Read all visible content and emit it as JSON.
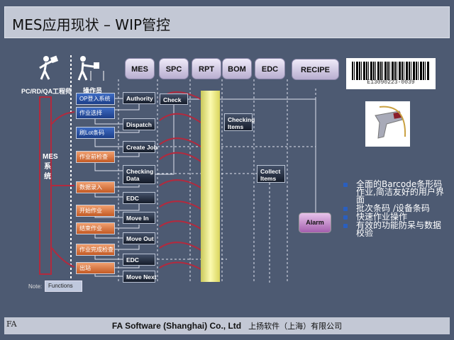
{
  "title": "MES应用现状 – WIP管控",
  "actors": {
    "engineer": "PC/RD/QA工程师",
    "operator": "操作员"
  },
  "lanes": [
    "MES",
    "SPC",
    "RPT",
    "BOM",
    "EDC",
    "RECIPE"
  ],
  "operator_steps": [
    {
      "label": "OP登入系统",
      "color": "blue"
    },
    {
      "label": "作业选择",
      "color": "blue"
    },
    {
      "label": "刷Lot条码",
      "color": "blue"
    },
    {
      "label": "作业前检查",
      "color": "orange"
    },
    {
      "label": "数据录入",
      "color": "orange"
    },
    {
      "label": "开始作业",
      "color": "orange"
    },
    {
      "label": "结束作业",
      "color": "orange"
    },
    {
      "label": "作业完成检查",
      "color": "orange"
    },
    {
      "label": "出站",
      "color": "orange"
    }
  ],
  "mes_steps": [
    "Authority",
    "Dispatch",
    "Create Job",
    "Checking Data",
    "EDC",
    "Move In",
    "Move Out",
    "EDC",
    "Move Next"
  ],
  "spc_check": "Check",
  "bom_checking_items": "Checking Items",
  "edc_collect_items": "Collect Items",
  "alarm": "Alarm",
  "mes_system": "MES系统",
  "barcode_number": "E13090223-0039",
  "bullets": [
    "全面的Barcode条形码作业,简洁友好的用户界面",
    "批次条码 /设备条码",
    "快速作业操作",
    "有效的功能防呆与数据校验"
  ],
  "note": {
    "label": "Note:",
    "legend": "Functions"
  },
  "footer": {
    "company": "FA Software (Shanghai) Co., Ltd",
    "company_cn": "上扬软件（上海）有限公司",
    "logo": "FA"
  }
}
